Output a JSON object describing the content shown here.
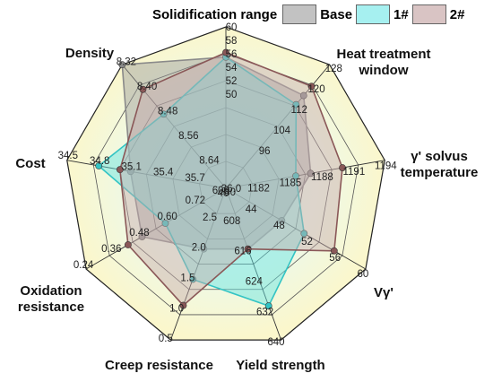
{
  "chart_data": {
    "type": "radar",
    "legend_title": "Solidification range",
    "legend_position": "top",
    "series": [
      {
        "name": "Base",
        "color": "#8a8a8a",
        "fill": "#9a9a9a",
        "values": [
          55.5,
          116,
          1187,
          48,
          616,
          2.0,
          0.48,
          35.1,
          8.32
        ]
      },
      {
        "name": "1#",
        "color": "#33c4c4",
        "fill": "#5fe4e4",
        "values": [
          55.5,
          112.5,
          1185.6,
          51.2,
          631,
          1.5,
          0.58,
          34.8,
          8.48
        ]
      },
      {
        "name": "2#",
        "color": "#8a5858",
        "fill": "#c7aaaa",
        "values": [
          56.2,
          119.6,
          1190,
          55.5,
          616,
          1.07,
          0.42,
          35.0,
          8.4
        ]
      }
    ],
    "axes": [
      {
        "label": "Solidification range",
        "ticks": [
          "36.0",
          "50",
          "52",
          "54",
          "56",
          "58",
          "60"
        ],
        "min": 36,
        "max": 60,
        "direction": "top"
      },
      {
        "label": "Heat treatment\nwindow",
        "ticks": [
          "80",
          "96",
          "104",
          "112",
          "120",
          "128"
        ],
        "min": 80,
        "max": 128,
        "direction": "top-right"
      },
      {
        "label": "γ' solvus\ntemperature",
        "ticks": [
          "1182",
          "1185",
          "1188",
          "1191",
          "1194"
        ],
        "min": 1179,
        "max": 1194,
        "direction": "right"
      },
      {
        "label": "Vγ'",
        "ticks": [
          "40",
          "44",
          "48",
          "52",
          "56",
          "60"
        ],
        "min": 40,
        "max": 60,
        "direction": "lower-right"
      },
      {
        "label": "Yield strength",
        "ticks": [
          "600",
          "608",
          "616",
          "624",
          "632",
          "640"
        ],
        "min": 600,
        "max": 640,
        "direction": "bottom-right"
      },
      {
        "label": "Creep resistance",
        "ticks": [
          "2.5",
          "2.0",
          "1.5",
          "1.0",
          "0.5"
        ],
        "min": 3.0,
        "max": 0.5,
        "direction": "bottom-left"
      },
      {
        "label": "Oxidation\nresistance",
        "ticks": [
          "0.72",
          "0.60",
          "0.48",
          "0.36",
          "0.24"
        ],
        "min": 0.84,
        "max": 0.24,
        "direction": "lower-left"
      },
      {
        "label": "Cost",
        "ticks": [
          "35.7",
          "35.4",
          "35.1",
          "34.8",
          "34.5"
        ],
        "min": 36.0,
        "max": 34.5,
        "direction": "left"
      },
      {
        "label": "Density",
        "ticks": [
          "8.64",
          "8.56",
          "8.48",
          "8.40",
          "8.32"
        ],
        "min": 8.72,
        "max": 8.32,
        "direction": "top-left"
      }
    ],
    "grid": true
  }
}
